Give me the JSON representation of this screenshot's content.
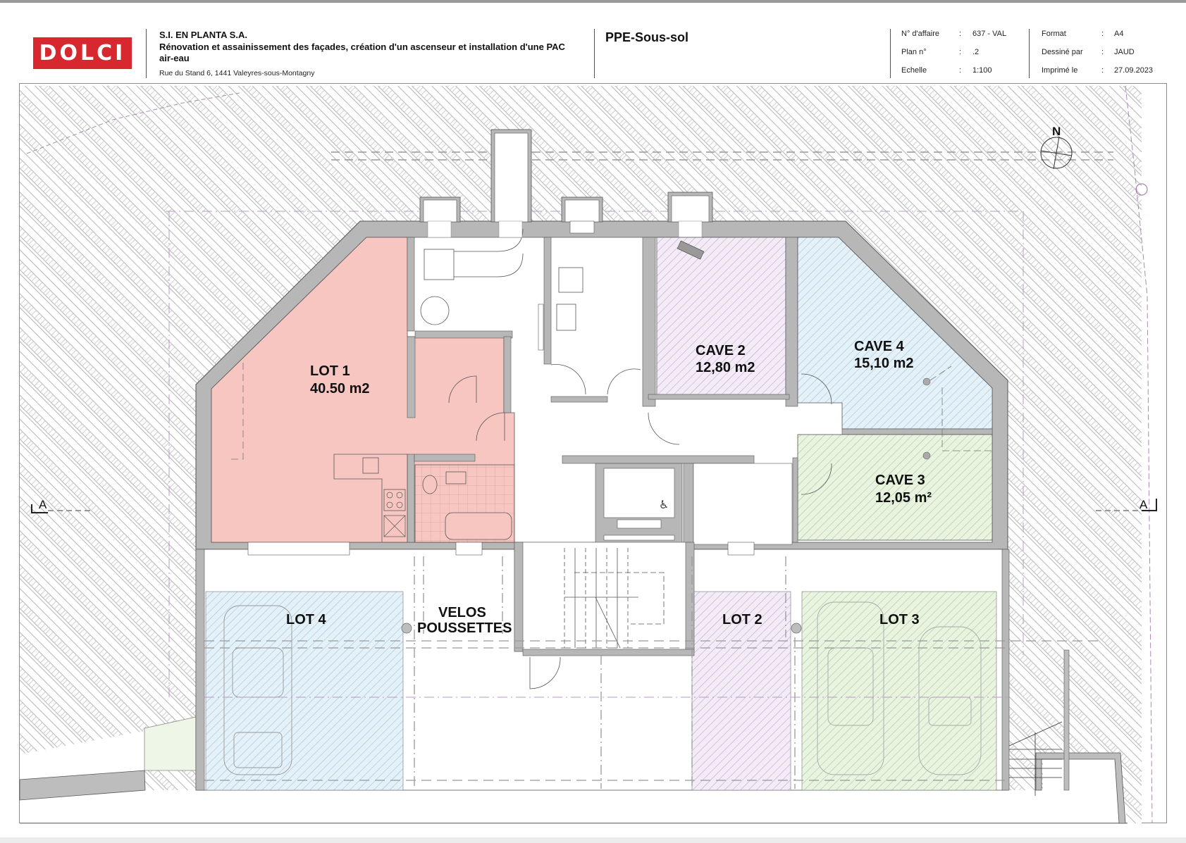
{
  "header": {
    "logo": "DOLCI",
    "client": "S.I. EN PLANTA S.A.",
    "project": "Rénovation et assainissement des façades, création d'un ascenseur et installation d'une PAC air-eau",
    "address": "Rue du Stand 6, 1441 Valeyres-sous-Montagny",
    "plan_title": "PPE-Sous-sol",
    "fields_left": [
      {
        "label": "N° d'affaire",
        "sep": ":",
        "value": "637 - VAL"
      },
      {
        "label": "Plan n°",
        "sep": ":",
        "value": ".2"
      },
      {
        "label": "Echelle",
        "sep": ":",
        "value": "1:100"
      }
    ],
    "fields_right": [
      {
        "label": "Format",
        "sep": ":",
        "value": "A4"
      },
      {
        "label": "Dessiné par",
        "sep": ":",
        "value": "JAUD"
      },
      {
        "label": "Imprimé le",
        "sep": ":",
        "value": "27.09.2023"
      }
    ]
  },
  "colors": {
    "logo_red": "#d7282f",
    "wall": "#b7b7b7",
    "lot1": "#f8c6c1",
    "cave2": "#f1e8f6",
    "cave4": "#e3f1f8",
    "cave3": "#e7f3df",
    "lot4": "#dff0f8",
    "lot2": "#f3eaf7",
    "lot3": "#e8f4e0",
    "ground": "#eef6e7"
  },
  "plan": {
    "section_marker_left": "A",
    "section_marker_right": "A",
    "north_label": "N",
    "rooms": [
      {
        "id": "lot1",
        "name": "LOT 1",
        "area": "40.50 m2"
      },
      {
        "id": "cave2",
        "name": "CAVE 2",
        "area": "12,80 m2"
      },
      {
        "id": "cave4",
        "name": "CAVE 4",
        "area": "15,10 m2"
      },
      {
        "id": "cave3",
        "name": "CAVE 3",
        "area": "12,05 m²"
      },
      {
        "id": "lot4",
        "name": "LOT 4",
        "area": ""
      },
      {
        "id": "velos",
        "name": "VELOS",
        "area": "POUSSETTES"
      },
      {
        "id": "lot2",
        "name": "LOT 2",
        "area": ""
      },
      {
        "id": "lot3",
        "name": "LOT 3",
        "area": ""
      }
    ]
  }
}
